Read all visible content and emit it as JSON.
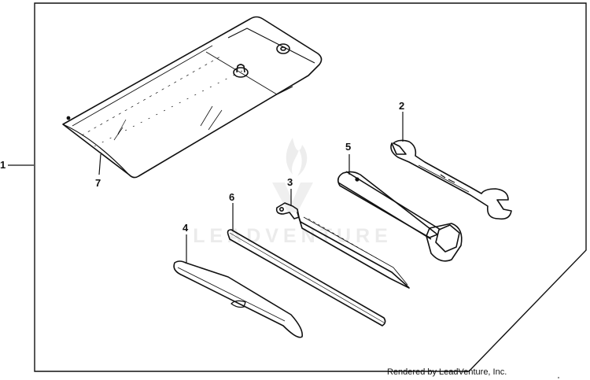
{
  "callouts": {
    "assembly": "1",
    "wrench": "2",
    "screwdriver": "3",
    "screwdriver_handle": "4",
    "spark_plug_wrench": "5",
    "handle_bar": "6",
    "tool_bag": "7"
  },
  "watermark": "LEADVENTURE",
  "credit": "Rendered by LeadVenture, Inc.",
  "colors": {
    "line": "#111111",
    "watermark": "#ececec"
  }
}
